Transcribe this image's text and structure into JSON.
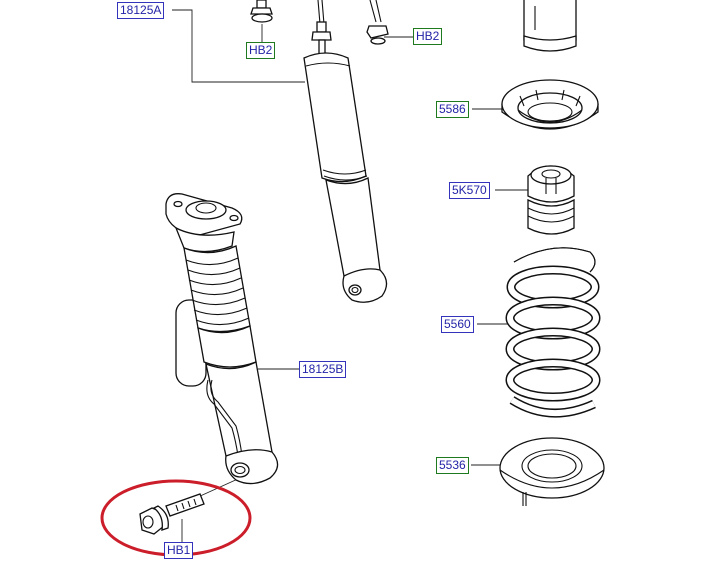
{
  "callouts": {
    "shock_a": "18125A",
    "bolt_top_left": "HB2",
    "bolt_top_right": "HB2",
    "upper_mount": "5586",
    "bump_stop": "5K570",
    "coil_spring": "5560",
    "shock_b": "18125B",
    "lower_seat": "5536",
    "lower_bolt": "HB1"
  },
  "colors": {
    "callout_text": "#2424a8",
    "callout_border_blue": "#3333bb",
    "callout_border_green": "#1f7a1f",
    "highlight_circle": "#cc1e2a"
  }
}
